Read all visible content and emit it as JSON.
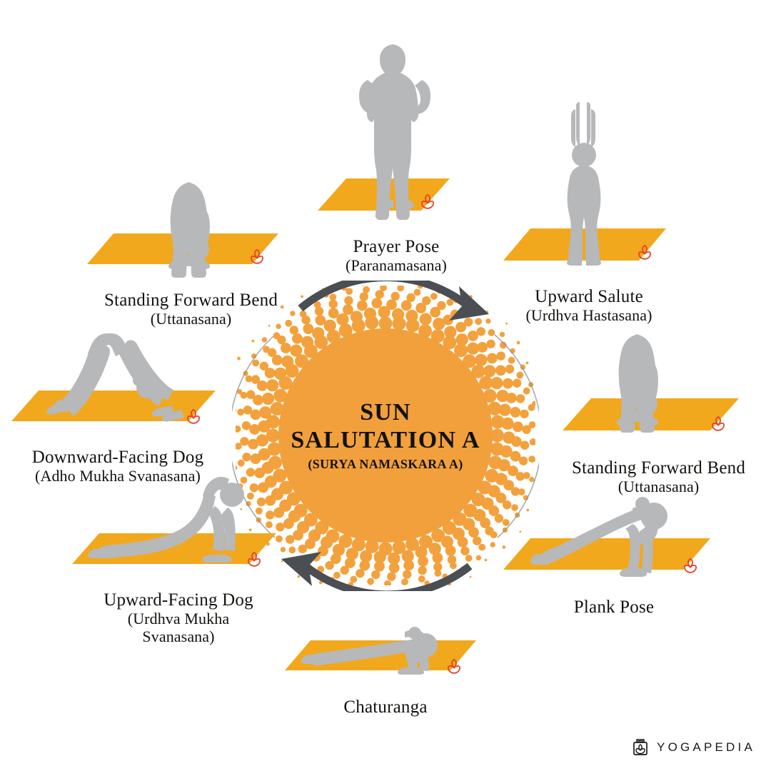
{
  "page": {
    "title": "Sun Salutation A sequence infographic",
    "background_color": "#ffffff"
  },
  "center": {
    "line1": "SUN",
    "line2": "SALUTATION A",
    "subtitle": "(SURYA NAMASKARA A)",
    "circle_color": "#F2A03C",
    "dot_color": "#F3A13D",
    "text_color": "#111111"
  },
  "arrows": {
    "color": "#4B4F54",
    "clockwise_top_label": "clockwise-flow-arrow-top",
    "clockwise_bottom_label": "clockwise-flow-arrow-bottom"
  },
  "colors": {
    "mat": "#F2A81C",
    "mat_shadow": "#E09A12",
    "figure": "#B7B8BA",
    "figure_line": "#D6D7D9",
    "lotus": "#E8432B",
    "arrow": "#4B4F54",
    "text": "#15120f"
  },
  "poses": [
    {
      "id": "prayer-pose",
      "order": 1,
      "name_en": "Prayer Pose",
      "name_sa": "(Paranamasana)"
    },
    {
      "id": "upward-salute",
      "order": 2,
      "name_en": "Upward Salute",
      "name_sa": "(Urdhva Hastasana)"
    },
    {
      "id": "standing-forward-bend-right",
      "order": 3,
      "name_en": "Standing Forward Bend",
      "name_sa": "(Uttanasana)"
    },
    {
      "id": "plank-pose",
      "order": 4,
      "name_en": "Plank Pose",
      "name_sa": ""
    },
    {
      "id": "chaturanga",
      "order": 5,
      "name_en": "Chaturanga",
      "name_sa": ""
    },
    {
      "id": "upward-facing-dog",
      "order": 6,
      "name_en": "Upward-Facing Dog",
      "name_sa": "(Urdhva Mukha",
      "name_sa2": "Svanasana)"
    },
    {
      "id": "downward-facing-dog",
      "order": 7,
      "name_en": "Downward-Facing Dog",
      "name_sa": "(Adho Mukha Svanasana)"
    },
    {
      "id": "standing-forward-bend-left",
      "order": 8,
      "name_en": "Standing Forward Bend",
      "name_sa": "(Uttanasana)"
    }
  ],
  "brand": {
    "name": "YOGAPEDIA",
    "icon": "book-lotus-icon"
  }
}
